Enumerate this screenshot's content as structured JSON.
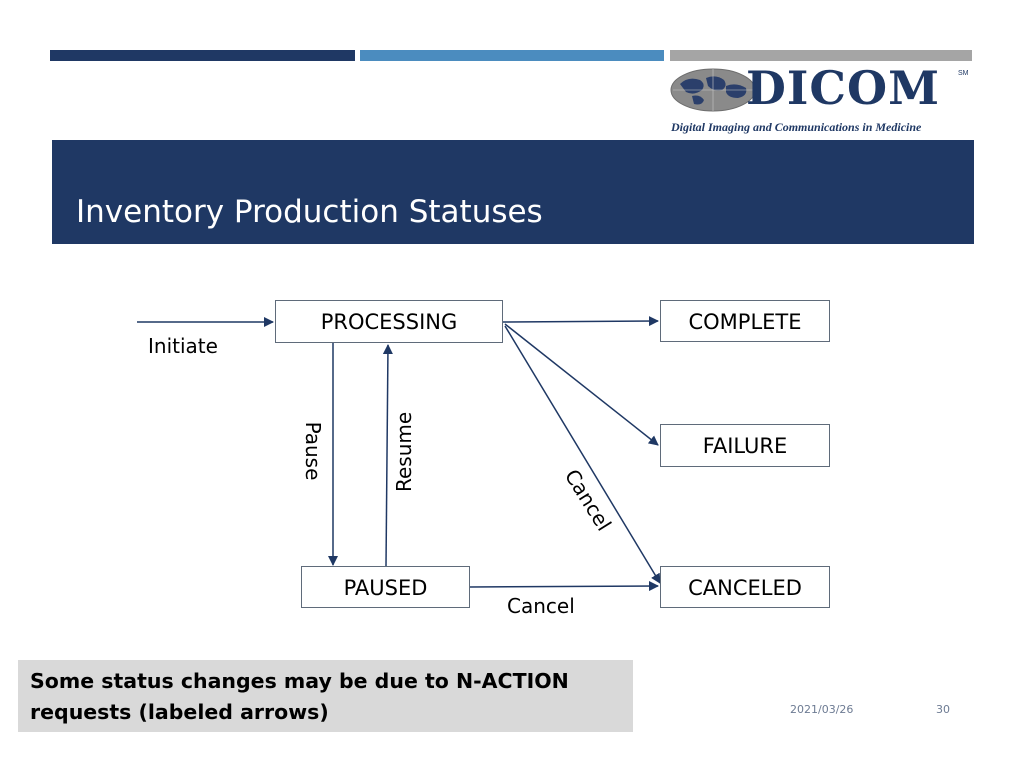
{
  "logo": {
    "wordmark": "DICOM",
    "tagline": "Digital Imaging and Communications in Medicine",
    "trademark": "SM"
  },
  "slide": {
    "title": "Inventory Production Statuses"
  },
  "diagram": {
    "states": {
      "processing": "PROCESSING",
      "complete": "COMPLETE",
      "failure": "FAILURE",
      "paused": "PAUSED",
      "canceled": "CANCELED"
    },
    "labels": {
      "initiate": "Initiate",
      "pause": "Pause",
      "resume": "Resume",
      "cancel_diagonal": "Cancel",
      "cancel_bottom": "Cancel"
    }
  },
  "note": {
    "prefix": "Some status changes may be due to ",
    "emphasis": "N-ACTION",
    "suffix": " requests (labeled arrows)"
  },
  "footer": {
    "date": "2021/03/26",
    "page": "30"
  },
  "colors": {
    "navy": "#1f3864",
    "accent_blue": "#4b8cbf",
    "gray": "#a5a5a5",
    "note_bg": "#d9d9d9"
  }
}
